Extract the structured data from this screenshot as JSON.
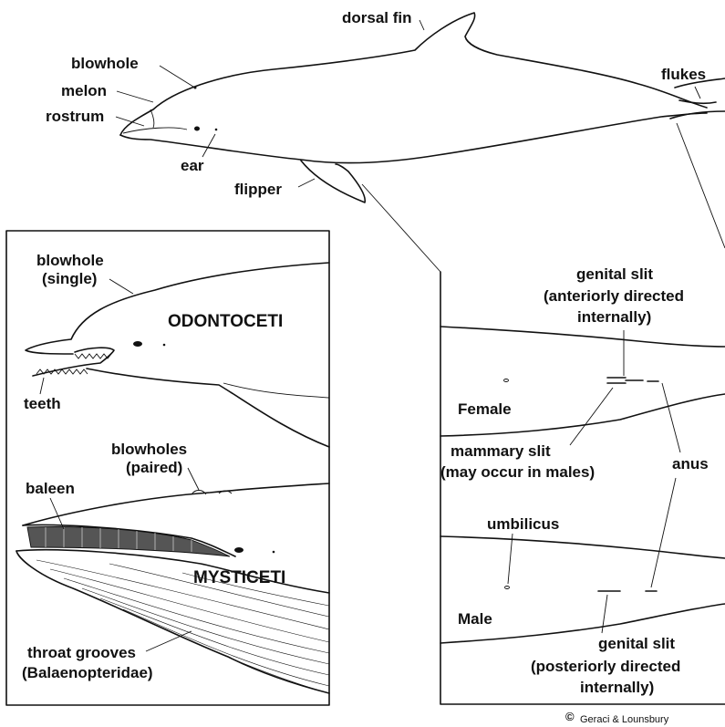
{
  "top": {
    "dorsal_fin": "dorsal fin",
    "blowhole": "blowhole",
    "melon": "melon",
    "rostrum": "rostrum",
    "ear": "ear",
    "flipper": "flipper",
    "flukes": "flukes"
  },
  "left_panel": {
    "blowhole_single_1": "blowhole",
    "blowhole_single_2": "(single)",
    "odontoceti": "ODONTOCETI",
    "teeth": "teeth",
    "blowholes_paired_1": "blowholes",
    "blowholes_paired_2": "(paired)",
    "baleen": "baleen",
    "mysticeti": "MYSTICETI",
    "throat_grooves_1": "throat grooves",
    "throat_grooves_2": "(Balaenopteridae)"
  },
  "right_panel": {
    "genital_slit_female_1": "genital slit",
    "genital_slit_female_2": "(anteriorly directed",
    "genital_slit_female_3": "internally)",
    "female": "Female",
    "mammary_slit_1": "mammary slit",
    "mammary_slit_2": "(may occur in males)",
    "anus": "anus",
    "umbilicus": "umbilicus",
    "male": "Male",
    "genital_slit_male_1": "genital slit",
    "genital_slit_male_2": "(posteriorly directed",
    "genital_slit_male_3": "internally)"
  },
  "credit": {
    "symbol": "©",
    "text": "Geraci & Lounsbury"
  }
}
